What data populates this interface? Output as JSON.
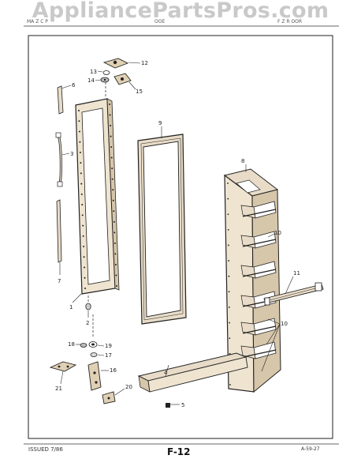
{
  "watermark": "AppliancePartsPros.com",
  "header": {
    "left": "MA  Z  C  P",
    "center": "  OOE  ",
    "right": "F  Z  R  OOR"
  },
  "footer": {
    "issued": "ISSUED 7/86",
    "page": "F-12",
    "code": "A-59-27"
  },
  "callouts": [
    "1",
    "2",
    "3",
    "4",
    "5",
    "6",
    "7",
    "8",
    "9",
    "10",
    "10",
    "10",
    "11",
    "12",
    "13",
    "14",
    "15",
    "16",
    "17",
    "18",
    "19",
    "20",
    "21"
  ]
}
